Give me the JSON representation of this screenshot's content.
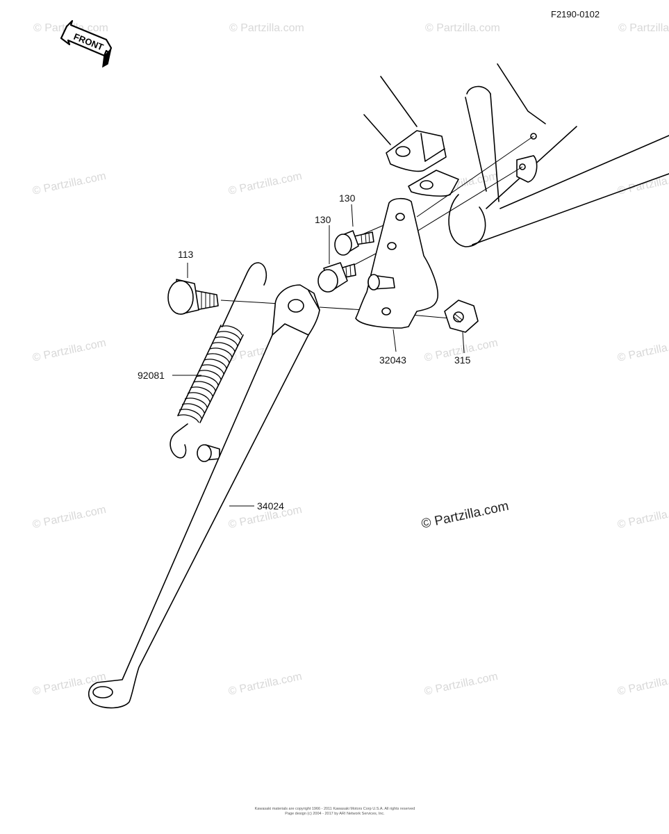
{
  "diagram_code": "F2190-0102",
  "front_label": "FRONT",
  "watermark": "© Partzilla.com",
  "watermark_main": "© Partzilla.com",
  "parts": {
    "bolt_upper": "130",
    "bolt_lower": "130",
    "bolt_pivot": "113",
    "spring": "92081",
    "bracket": "32043",
    "nut": "315",
    "stand": "34024"
  },
  "footer": {
    "line1": "Kawasaki materials are copyright 1966 - 2011 Kawasaki Motors Corp U.S.A. All rights reserved",
    "line2": "Page design (c) 2004 - 2017 by ARI Network Services, Inc."
  }
}
